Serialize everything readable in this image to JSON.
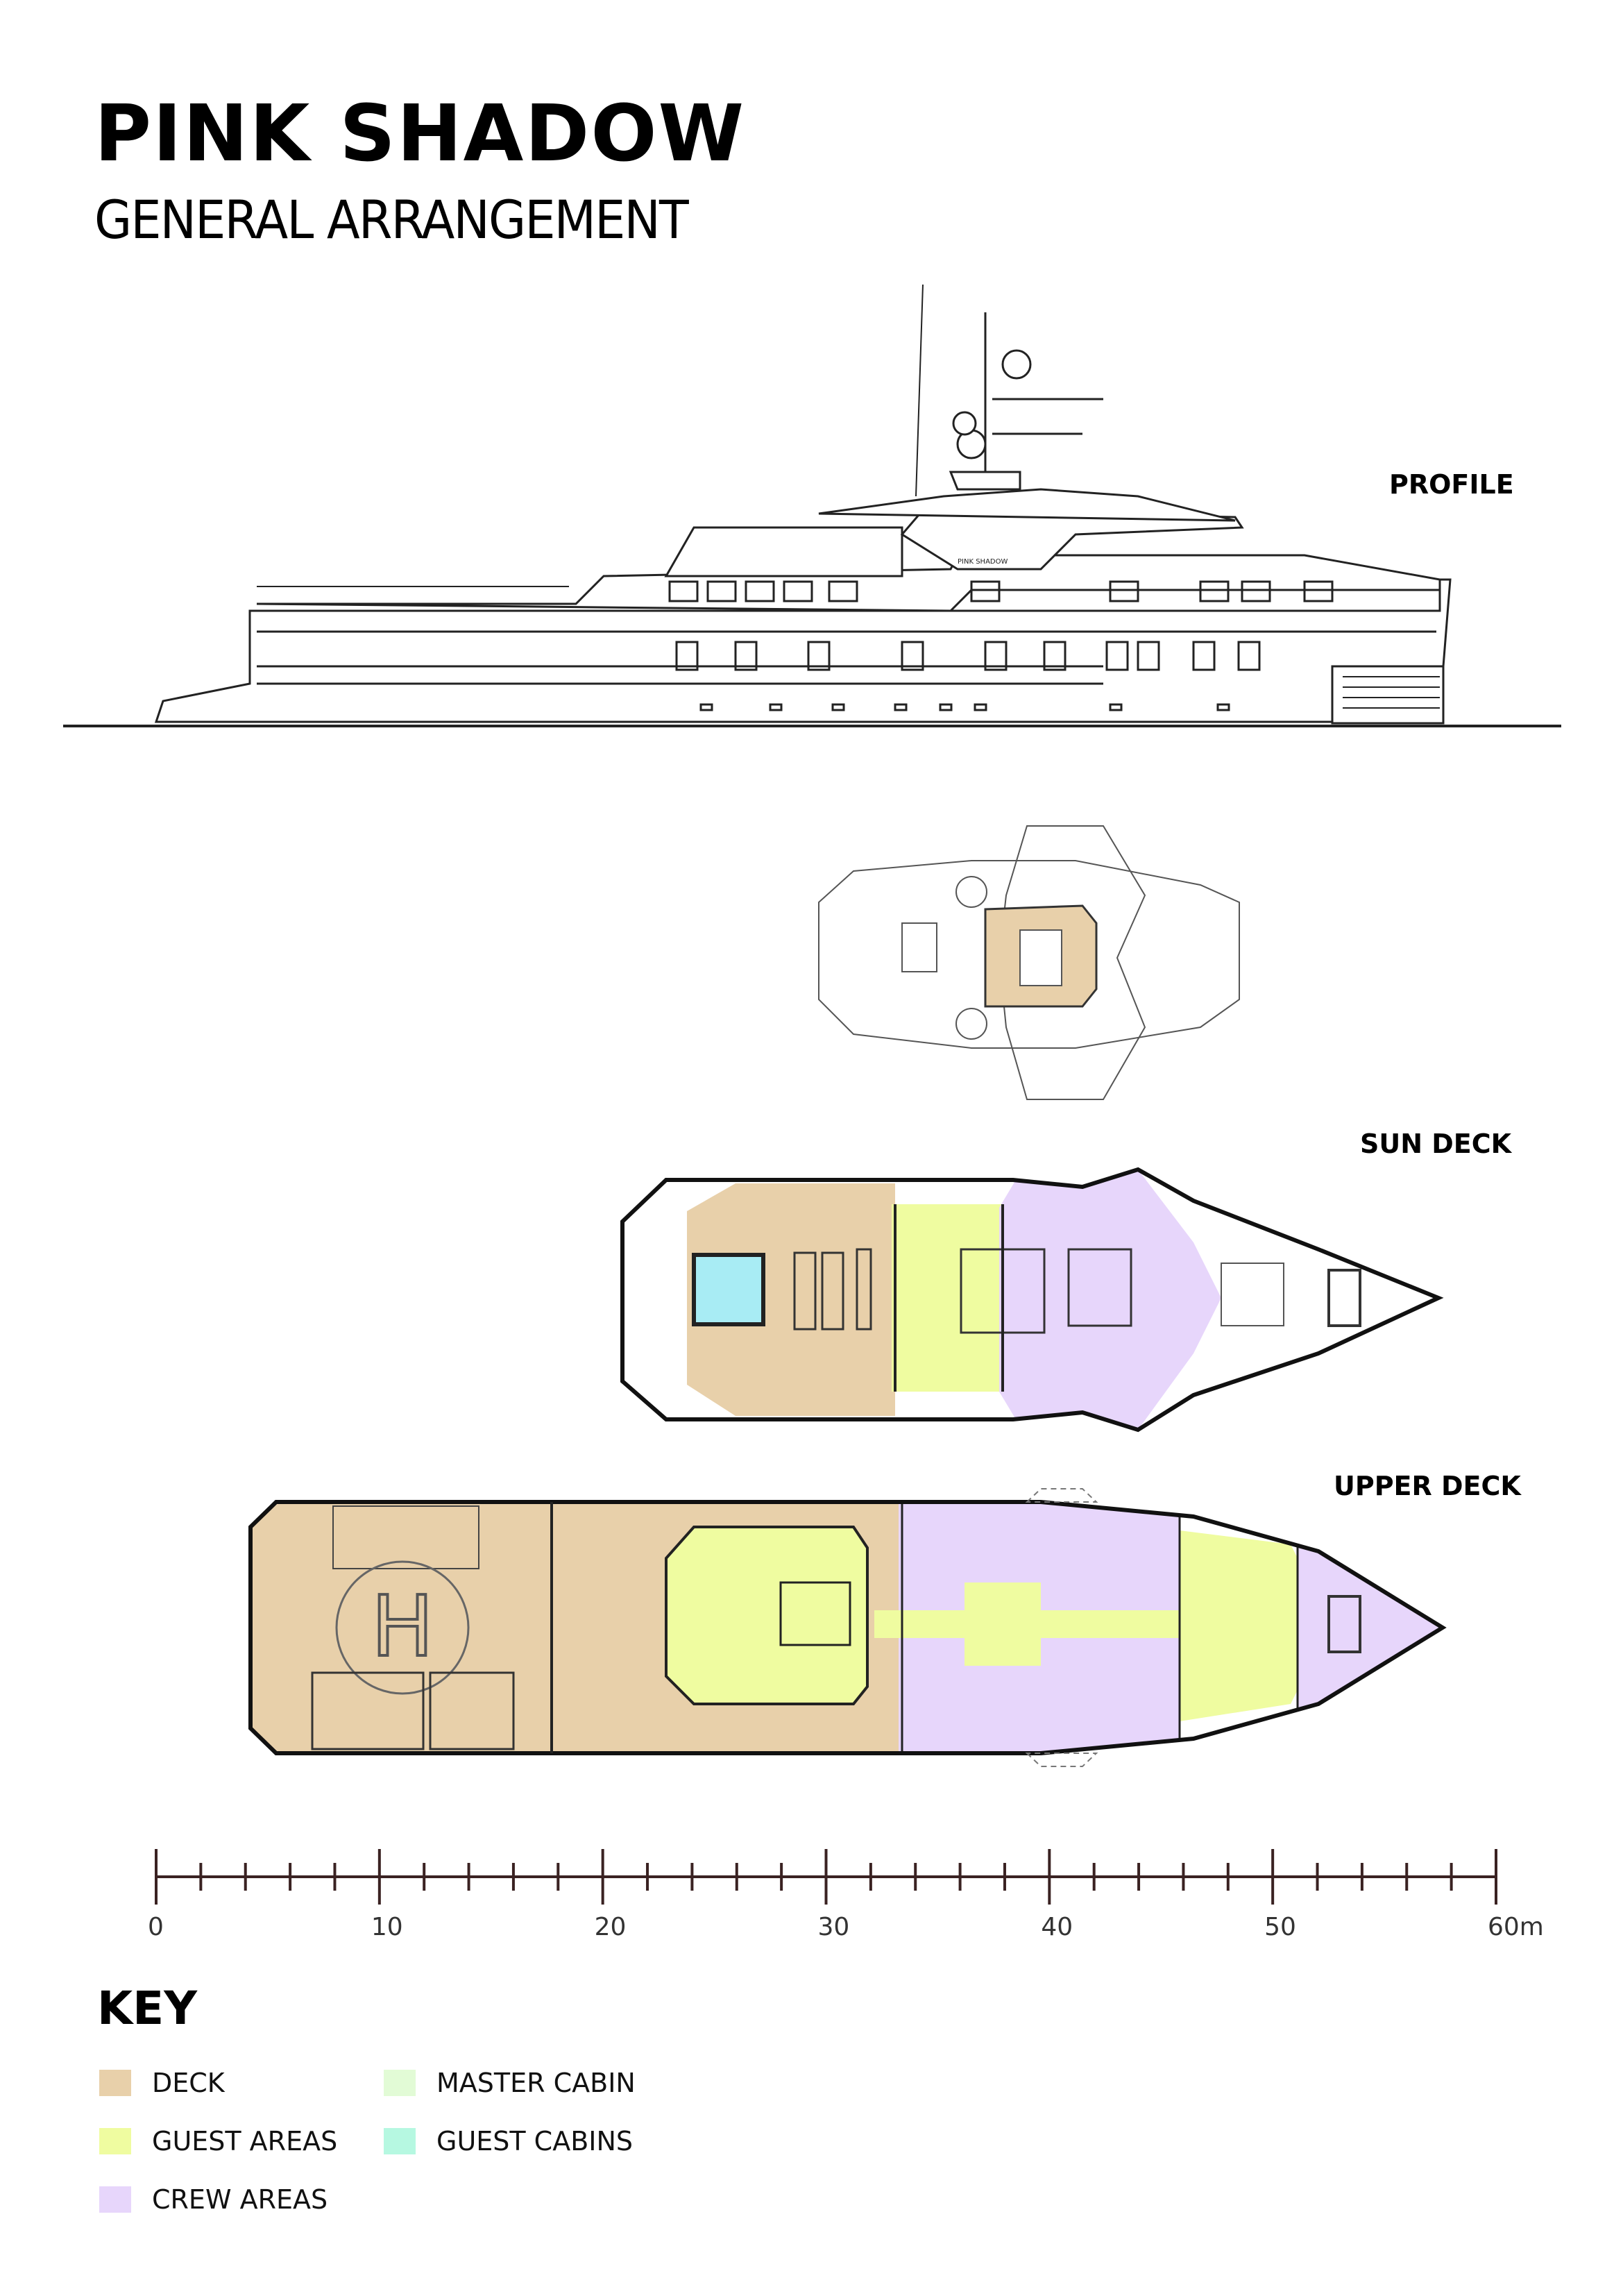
{
  "title": "PINK SHADOW",
  "subtitle": "GENERAL ARRANGEMENT",
  "views": {
    "profile": "PROFILE",
    "sun_deck": "SUN DECK",
    "upper_deck": "UPPER DECK"
  },
  "profile_hull_name": "PINK SHADOW",
  "scale": {
    "unit": "m",
    "labels": [
      "0",
      "10",
      "20",
      "30",
      "40",
      "50",
      "60m"
    ],
    "max": 60,
    "minor_step": 2
  },
  "key": {
    "title": "KEY",
    "items": [
      {
        "label": "DECK",
        "color": "#e8d0aa"
      },
      {
        "label": "GUEST AREAS",
        "color": "#effca0"
      },
      {
        "label": "CREW AREAS",
        "color": "#e7d6fb"
      },
      {
        "label": "MASTER CABIN",
        "color": "#e2fbd6"
      },
      {
        "label": "GUEST CABINS",
        "color": "#b6f8e1"
      }
    ]
  },
  "colors": {
    "pool": "#a8ecf4",
    "line": "#222222"
  }
}
